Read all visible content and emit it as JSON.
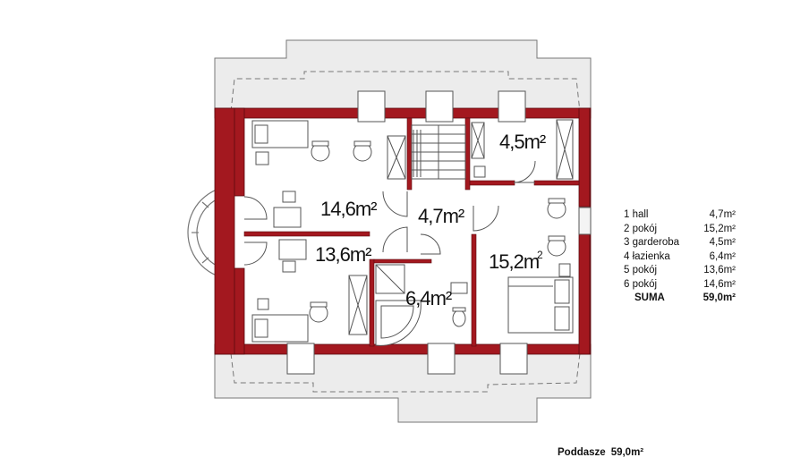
{
  "rooms": {
    "room_top_right": "4,5m²",
    "room_top_left": "14,6m²",
    "room_hall": "4,7m²",
    "room_bottom_left": "13,6m²",
    "room_right": "15,2m",
    "room_right_mark": "2",
    "room_bath": "6,4m²"
  },
  "legend": [
    {
      "label": "1 hall",
      "value": "4,7m²"
    },
    {
      "label": "2 pokój",
      "value": "15,2m²"
    },
    {
      "label": "3 garderoba",
      "value": "4,5m²"
    },
    {
      "label": "4 łazienka",
      "value": "6,4m²"
    },
    {
      "label": "5 pokój",
      "value": "13,6m²"
    },
    {
      "label": "6 pokój",
      "value": "14,6m²"
    }
  ],
  "sum": {
    "label": "SUMA",
    "value": "59,0m²"
  },
  "footer": {
    "title": "Poddasze",
    "value": "59,0m²"
  },
  "colors": {
    "wall": "#a3181f",
    "roof_fill": "#ececec",
    "line": "#555555"
  }
}
